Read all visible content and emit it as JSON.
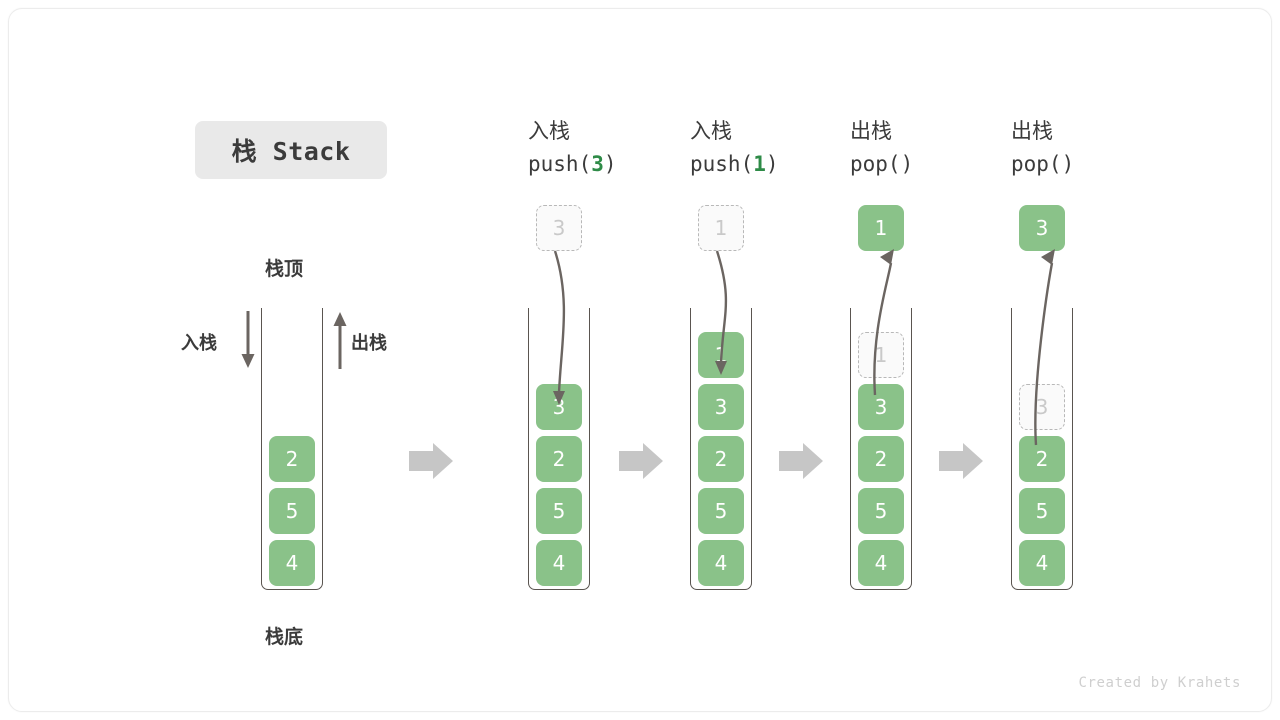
{
  "title": {
    "text": "栈 Stack"
  },
  "labels": {
    "top": "栈顶",
    "bottom": "栈底",
    "push_side": "入栈",
    "pop_side": "出栈"
  },
  "colors": {
    "cell_green": "#8ac289",
    "ghost_text": "#c9c9c9",
    "ghost_border": "#b8b8b8",
    "frame_stroke": "#5a5550",
    "arrow_gray": "#c6c6c6",
    "accent_green": "#2e8b47",
    "text_dark": "#3b3b3b",
    "chip_bg": "#e9e9e9",
    "watermark": "#cfcfcf"
  },
  "base_stack": {
    "cells": [
      "2",
      "5",
      "4"
    ]
  },
  "columns": [
    {
      "op_cn": "入栈",
      "op_code_prefix": "push(",
      "op_code_arg": "3",
      "op_code_suffix": ")",
      "float_cell": {
        "value": "3",
        "style": "ghost"
      },
      "arrow_dir": "down",
      "cells": [
        {
          "value": "3",
          "style": "solid"
        },
        {
          "value": "2",
          "style": "solid"
        },
        {
          "value": "5",
          "style": "solid"
        },
        {
          "value": "4",
          "style": "solid"
        }
      ]
    },
    {
      "op_cn": "入栈",
      "op_code_prefix": "push(",
      "op_code_arg": "1",
      "op_code_suffix": ")",
      "float_cell": {
        "value": "1",
        "style": "ghost"
      },
      "arrow_dir": "down",
      "cells": [
        {
          "value": "1",
          "style": "solid"
        },
        {
          "value": "3",
          "style": "solid"
        },
        {
          "value": "2",
          "style": "solid"
        },
        {
          "value": "5",
          "style": "solid"
        },
        {
          "value": "4",
          "style": "solid"
        }
      ]
    },
    {
      "op_cn": "出栈",
      "op_code_prefix": "pop(",
      "op_code_arg": "",
      "op_code_suffix": ")",
      "float_cell": {
        "value": "1",
        "style": "solid"
      },
      "arrow_dir": "up",
      "cells": [
        {
          "value": "1",
          "style": "ghost"
        },
        {
          "value": "3",
          "style": "solid"
        },
        {
          "value": "2",
          "style": "solid"
        },
        {
          "value": "5",
          "style": "solid"
        },
        {
          "value": "4",
          "style": "solid"
        }
      ]
    },
    {
      "op_cn": "出栈",
      "op_code_prefix": "pop(",
      "op_code_arg": "",
      "op_code_suffix": ")",
      "float_cell": {
        "value": "3",
        "style": "solid"
      },
      "arrow_dir": "up",
      "cells": [
        {
          "value": "",
          "style": "empty"
        },
        {
          "value": "3",
          "style": "ghost"
        },
        {
          "value": "2",
          "style": "solid"
        },
        {
          "value": "5",
          "style": "solid"
        },
        {
          "value": "4",
          "style": "solid"
        }
      ]
    }
  ],
  "watermark": {
    "text": "Created by Krahets"
  }
}
